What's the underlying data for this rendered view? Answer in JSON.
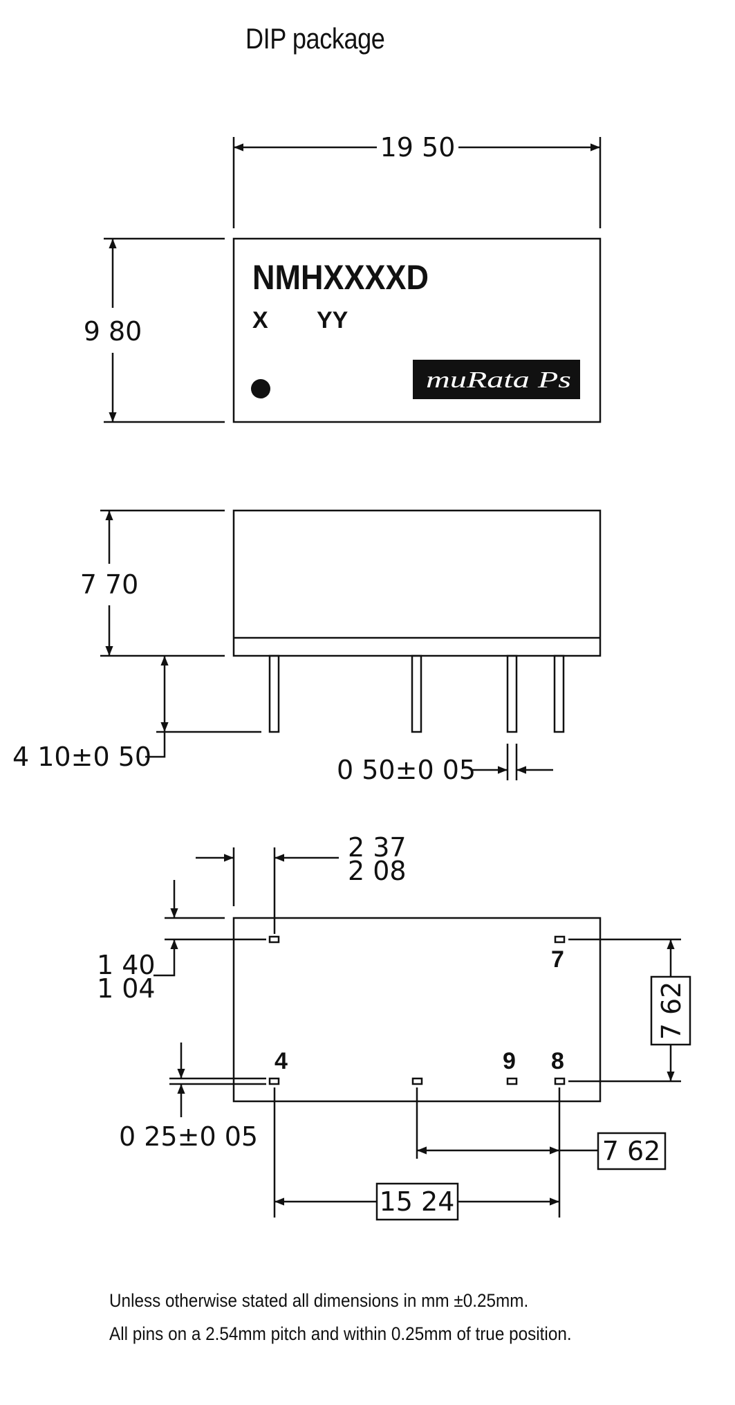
{
  "title": "DIP package",
  "top_view": {
    "width_dim": "19 50",
    "height_dim": "9 80",
    "part_number": "NMHXXXXD",
    "mark_x": "X",
    "mark_yy": "YY",
    "logo": "muRata Ps"
  },
  "side_view": {
    "body_height_dim": "7 70",
    "pin_length_dim": "4 10±0 50",
    "pin_width_dim": "0 50±0 05"
  },
  "bottom_view": {
    "pin_offset_x_dim_max": "2 37",
    "pin_offset_x_dim_min": "2 08",
    "pin_offset_y_dim_max": "1 40",
    "pin_offset_y_dim_min": "1 04",
    "pad_size_dim": "0 25±0 05",
    "row_spacing_dim": "7 62",
    "pin_span_dim": "15 24",
    "pin_spacing_dim": "7 62",
    "pin_labels": [
      "4",
      "9",
      "8",
      "7"
    ]
  },
  "notes": [
    "Unless otherwise stated all dimensions in mm ±0.25mm.",
    "All pins on a 2.54mm pitch and within 0.25mm of true position."
  ]
}
